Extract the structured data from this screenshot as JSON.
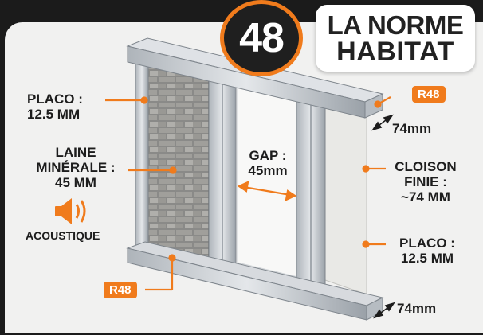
{
  "badge": {
    "number": "48"
  },
  "title": {
    "line1": "LA NORME",
    "line2": "HABITAT"
  },
  "labels": {
    "placo_left": [
      "PLACO :",
      "12.5 MM"
    ],
    "laine": [
      "LAINE",
      "MINÉRALE :",
      "45 MM"
    ],
    "acoustique": "ACOUSTIQUE",
    "gap": [
      "GAP :",
      "45mm"
    ],
    "cloison": [
      "CLOISON",
      "FINIE :",
      "~74 MM"
    ],
    "placo_right": [
      "PLACO :",
      "12.5 MM"
    ],
    "rail_top": "R48",
    "rail_bottom": "R48",
    "depth_top": "74mm",
    "depth_bottom": "74mm"
  },
  "icons": {
    "sound": "speaker-sound-icon"
  },
  "colors": {
    "accent": "#f07b1c",
    "dark": "#1f1f1f",
    "metal": "#c9ced3"
  }
}
